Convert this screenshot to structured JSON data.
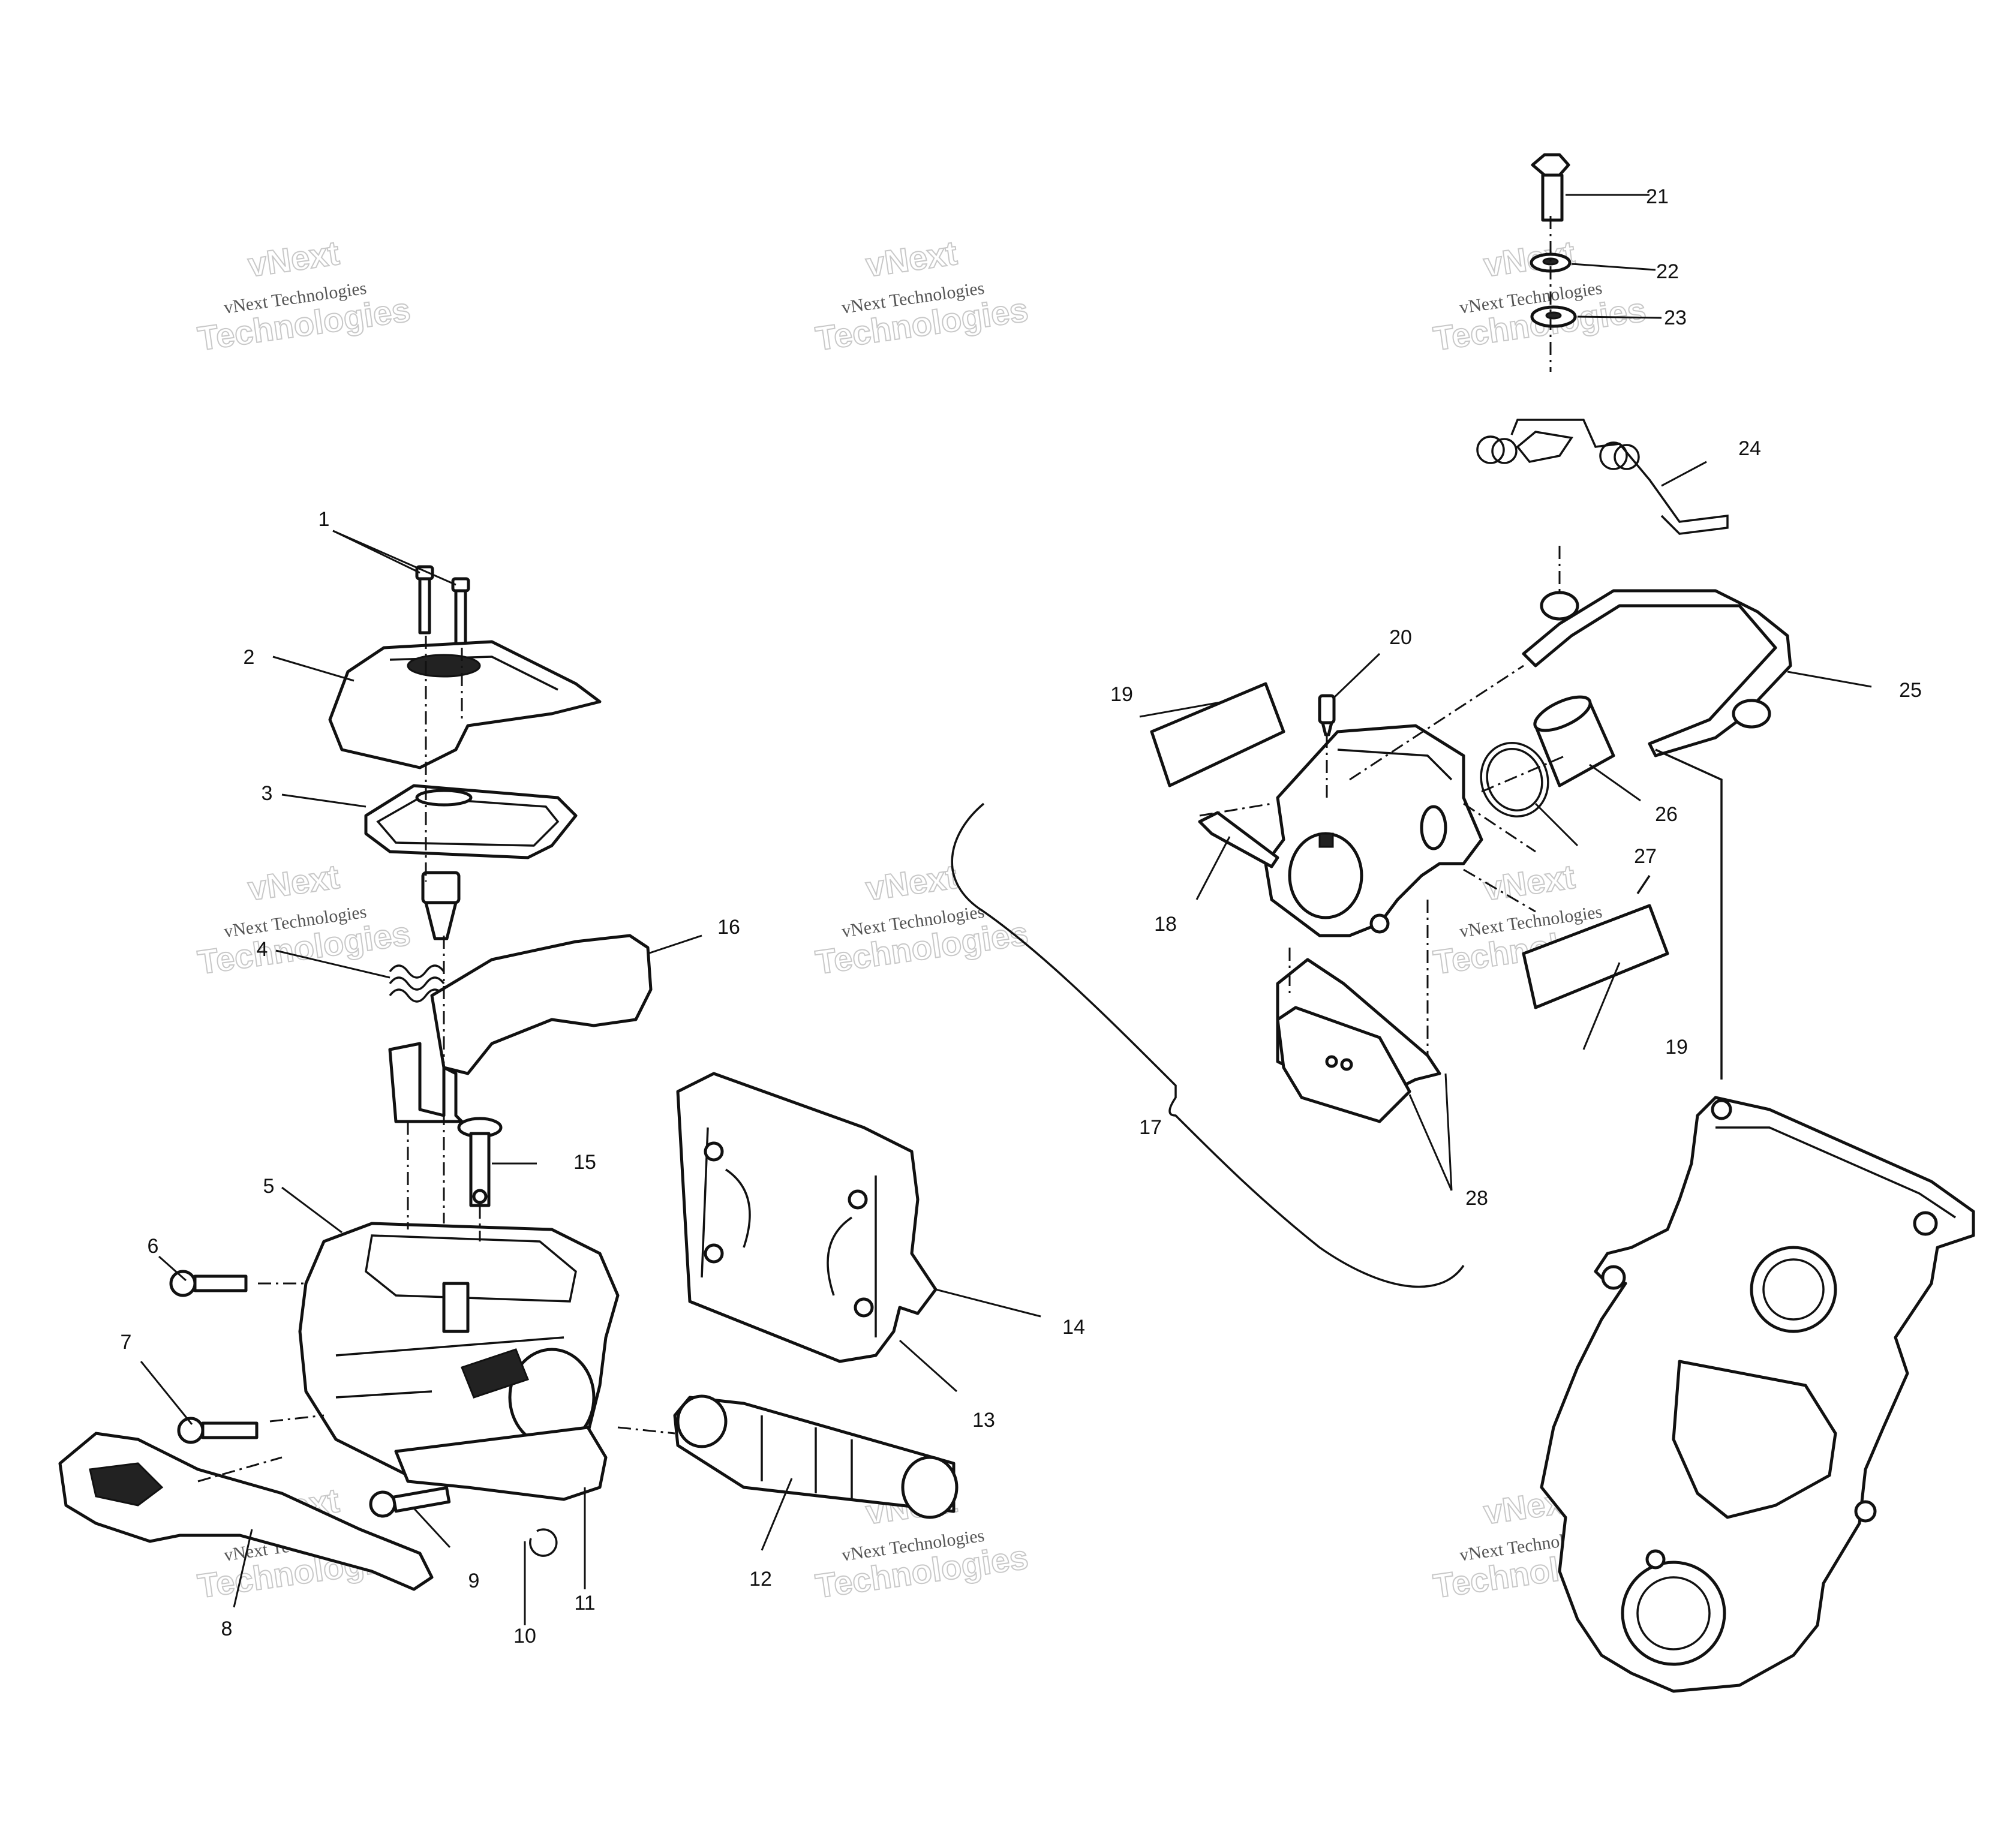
{
  "watermark": {
    "text_small": "vNext Technologies",
    "text_big_1": "vNext",
    "text_big_2": "Technologies"
  },
  "callouts": {
    "c1": "1",
    "c2": "2",
    "c3": "3",
    "c4": "4",
    "c5": "5",
    "c6": "6",
    "c7": "7",
    "c8": "8",
    "c9": "9",
    "c10": "10",
    "c11": "11",
    "c12": "12",
    "c13": "13",
    "c14": "14",
    "c15": "15",
    "c16": "16",
    "c17": "17",
    "c18": "18",
    "c19a": "19",
    "c19b": "19",
    "c20": "20",
    "c21": "21",
    "c22": "22",
    "c23": "23",
    "c24": "24",
    "c25": "25",
    "c26": "26",
    "c27": "27",
    "c28": "28"
  }
}
